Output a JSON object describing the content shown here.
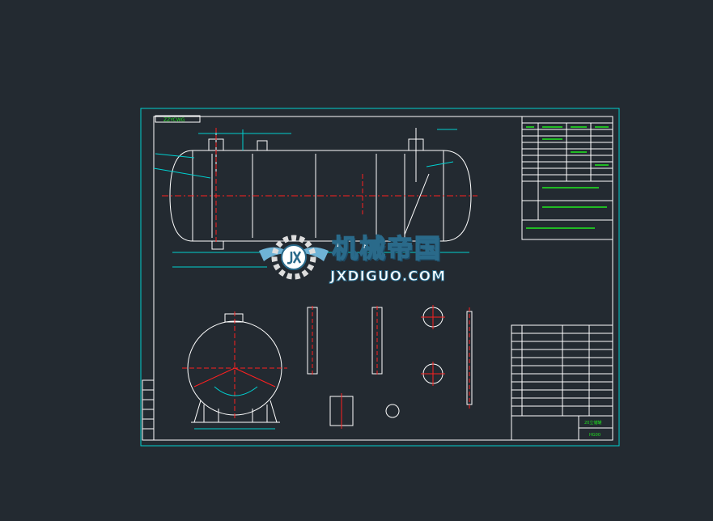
{
  "drawing": {
    "title_tag": "ZZYCWG",
    "title_block_name": "20立储罐",
    "title_block_code": "HG00",
    "watermark": {
      "chinese": "机械帝国",
      "english": "JXDIGUO.COM"
    },
    "colors": {
      "background": "#232a31",
      "frame": "#00d0d0",
      "outline": "#ffffff",
      "centerline": "#ff2020",
      "text": "#20e020"
    }
  }
}
